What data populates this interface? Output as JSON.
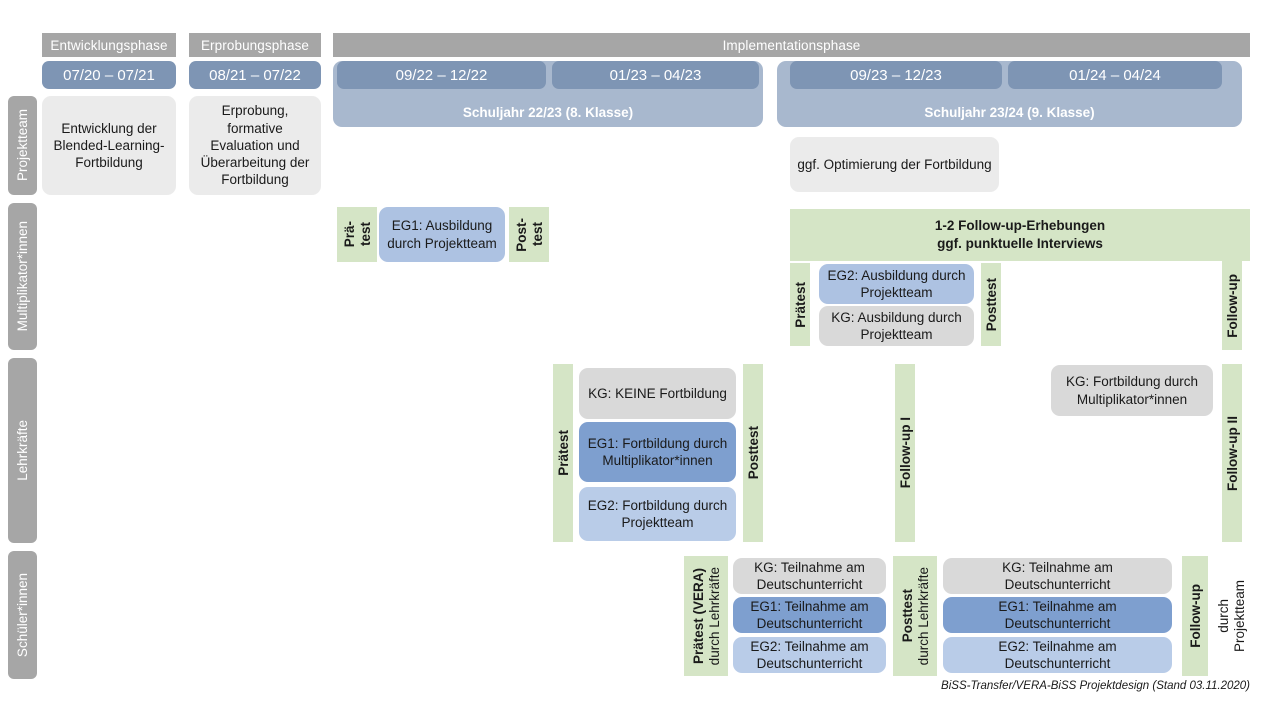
{
  "footer": {
    "text": "BiSS-Transfer/VERA-BiSS Projektdesign (Stand 03.11.2020)"
  },
  "phases": [
    {
      "name": "entwicklungsphase",
      "label": "Entwicklungsphase"
    },
    {
      "name": "erprobungsphase",
      "label": "Erprobungsphase"
    },
    {
      "name": "implementationsphase",
      "label": "Implementationsphase"
    }
  ],
  "periods": [
    {
      "name": "p1",
      "label": "07/20 – 07/21"
    },
    {
      "name": "p2",
      "label": "08/21 – 07/22"
    },
    {
      "name": "p3",
      "label": "09/22 – 12/22"
    },
    {
      "name": "p4",
      "label": "01/23 – 04/23"
    },
    {
      "name": "p5",
      "label": "09/23 – 12/23"
    },
    {
      "name": "p6",
      "label": "01/24 – 04/24"
    }
  ],
  "school_years": [
    {
      "name": "sy2223",
      "label": "Schuljahr 22/23 (8. Klasse)"
    },
    {
      "name": "sy2324",
      "label": "Schuljahr 23/24 (9. Klasse)"
    }
  ],
  "row_labels": [
    {
      "name": "projektteam",
      "label": "Projektteam"
    },
    {
      "name": "multiplikatorinnen",
      "label": "Multiplikator*innen"
    },
    {
      "name": "lehrkraefte",
      "label": "Lehrkräfte"
    },
    {
      "name": "schuelerinnen",
      "label": "Schüler*innen"
    }
  ],
  "projektteam": {
    "entwicklung": "Entwicklung der Blended-Learning-Fortbildung",
    "erprobung": "Erprobung, formative Evaluation und Überarbeitung der Fortbildung",
    "optimierung": "ggf. Optimierung der Fortbildung"
  },
  "multiplikatoren": {
    "praetest_1_l1": "Prä-",
    "praetest_1_l2": "test",
    "eg1": "EG1: Ausbildung durch Projektteam",
    "posttest_1_l1": "Post-",
    "posttest_1_l2": "test",
    "followup_band_l1": "1-2 Follow-up-Erhebungen",
    "followup_band_l2": "ggf. punktuelle Interviews",
    "praetest_2": "Prätest",
    "eg2": "EG2: Ausbildung durch Projektteam",
    "kg": "KG: Ausbildung durch Projektteam",
    "posttest_2": "Posttest",
    "followup": "Follow-up"
  },
  "lehrkraefte": {
    "praetest": "Prätest",
    "kg_keine": "KG: KEINE Fortbildung",
    "eg1": "EG1: Fortbildung durch Multiplikator*innen",
    "eg2": "EG2: Fortbildung durch Projektteam",
    "posttest": "Posttest",
    "followup_1": "Follow-up I",
    "kg_fortbildung": "KG: Fortbildung durch Multiplikator*innen",
    "followup_2": "Follow-up II"
  },
  "schuelerinnen": {
    "praetest_main": "Prätest (VERA)",
    "praetest_sub": "durch Lehrkräfte",
    "kg_1": "KG: Teilnahme am Deutschunterricht",
    "eg1_1": "EG1: Teilnahme am Deutschunterricht",
    "eg2_1": "EG2: Teilnahme am Deutschunterricht",
    "posttest_main": "Posttest",
    "posttest_sub": "durch Lehrkräfte",
    "kg_2": "KG: Teilnahme am Deutschunterricht",
    "eg1_2": "EG1: Teilnahme am Deutschunterricht",
    "eg2_2": "EG2: Teilnahme am Deutschunterricht",
    "followup_main": "Follow-up",
    "followup_sub1": "durch",
    "followup_sub2": "Projektteam"
  },
  "colors": {
    "gray_header": "#a6a6a6",
    "date_pill": "#7e95b4",
    "year_band": "#a8b8ce",
    "green": "#d5e5c6",
    "blue_dark": "#7e9fcf",
    "blue_mid": "#adc2e2",
    "blue_light": "#b9cce8",
    "gray_box": "#d9d9d9",
    "light_box": "#ebebeb"
  }
}
